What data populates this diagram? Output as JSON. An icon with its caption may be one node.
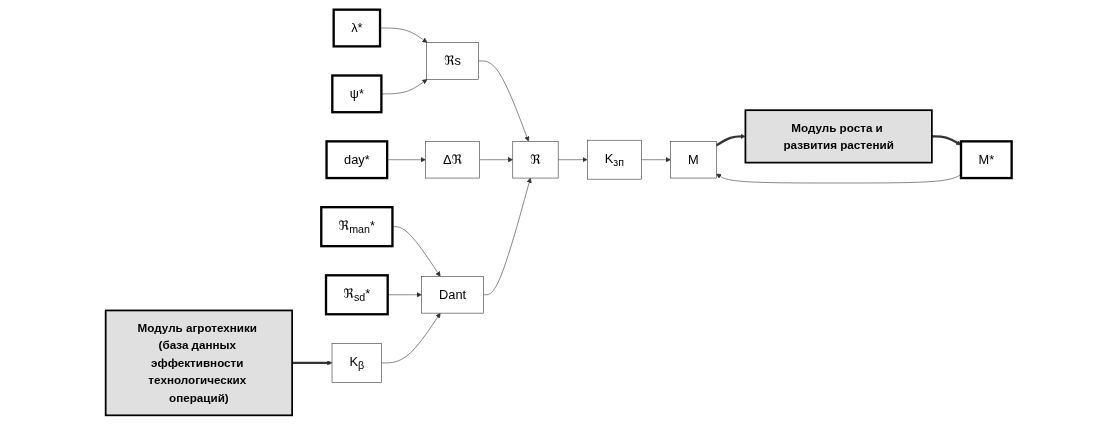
{
  "diagram": {
    "nodes": [
      {
        "text": [
          "ℜs"
        ]
      },
      {
        "text": [
          "ℜ"
        ]
      },
      {
        "text": [
          "K$_{зп}$"
        ]
      },
      {
        "text": [
          "M"
        ]
      },
      {
        "text": [
          "Модуль роста и развития растений"
        ]
      },
      {
        "text": [
          "λ*"
        ]
      },
      {
        "text": [
          "ψ*"
        ]
      },
      {
        "text": [
          "Δℜ"
        ]
      },
      {
        "text": [
          "M*"
        ]
      },
      {
        "text": [
          "day*"
        ]
      },
      {
        "text": [
          "Dant"
        ]
      },
      {
        "text": [
          "Модуль агротехники (база данных эффективности технологических операций)"
        ]
      },
      {
        "text": [
          "ℜ$_{man}$*"
        ]
      },
      {
        "text": [
          "ℜ$_{sd}$*"
        ]
      },
      {
        "text": [
          "K$_{β}$"
        ]
      }
    ],
    "edges": [
      {
        "from": 5,
        "to": 0,
        "arrow": "to"
      },
      {
        "from": 6,
        "to": 0,
        "arrow": "to"
      },
      {
        "from": 0,
        "to": 1,
        "arrow": "to"
      },
      {
        "from": 1,
        "to": 2,
        "arrow": "to"
      },
      {
        "from": 2,
        "to": 3,
        "arrow": "to"
      },
      {
        "from": 3,
        "to": 4,
        "arrow": "to",
        "style": "thick"
      },
      {
        "from": 4,
        "to": 8,
        "arrow": "to",
        "style": "thick"
      },
      {
        "from": 8,
        "to": 3,
        "arrow": "to"
      },
      {
        "from": 7,
        "to": 1,
        "arrow": "to"
      },
      {
        "from": 9,
        "to": 7,
        "arrow": "to"
      },
      {
        "from": 10,
        "to": 1,
        "arrow": "to"
      },
      {
        "from": 12,
        "to": 10,
        "arrow": "to"
      },
      {
        "from": 13,
        "to": 10,
        "arrow": "to"
      },
      {
        "from": 14,
        "to": 10,
        "arrow": "to"
      },
      {
        "from": 11,
        "to": 14,
        "arrow": "to",
        "style": "thick"
      }
    ]
  }
}
